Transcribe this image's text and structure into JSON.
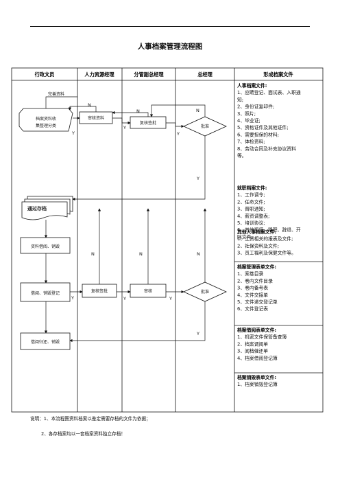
{
  "title": "人事档案管理流程图",
  "columns": [
    "行政文员",
    "人力资源经理",
    "分管副总经理",
    "总经理",
    "形成档案文件"
  ],
  "nodes": {
    "collect": [
      "档案资料收",
      "集整理分类"
    ],
    "review1": "审核资料",
    "review2": "复核签批",
    "approve1": "批准",
    "archive": "通过存档",
    "borrow_apply": "资料借阅、销毁",
    "borrow_register": "借阅、销毁登记",
    "review3": "复核签批",
    "review4": "审核",
    "approve2": "批准",
    "return": "借阅归还、销毁"
  },
  "annotation_improve": "完善资料",
  "marks": {
    "yes": "Y",
    "no": "N"
  },
  "right_groups": [
    {
      "heading": "人事档案文件:",
      "lines": [
        "1、应聘登记、面试表、入职通",
        "知;",
        "2、身份证复印件;",
        "3、照片;",
        "4、毕业证;",
        "5、资格证件及其他证件;",
        "6、需要担保的材料;",
        "7、体检资料;",
        "8、劳动合同及补充协议资料",
        "等。"
      ]
    },
    {
      "heading": "就职档案文件:",
      "lines": [
        "1、工作调令;",
        "2、任命文件;",
        "3、晋职通知;",
        "4、薪资调整表;",
        "5、培训协议;",
        "6、其他奖惩、降职、辞退、开",
        "除文件。"
      ]
    },
    {
      "heading": "其他人事档案文件:",
      "lines": [
        "1、工资相关的报表及文件;",
        "2、社保资料及文件;",
        "3、员工福利及保健文件等。"
      ]
    },
    {
      "heading": "档案管理表单文件:",
      "lines": [
        "1、案卷目录",
        "2、卷内文件目录",
        "3、卷内备考表",
        "4、文件交接单",
        "5、文件递交登记单",
        "6、文件登记表"
      ]
    },
    {
      "heading": "档案借阅表单文件:",
      "lines": [
        "1、机密文件保管备查簿",
        "2、档案调阅单",
        "3、阅档催还单",
        "4、档案借阅登记簿"
      ]
    },
    {
      "heading": "档案销毁表单文件:",
      "lines": [
        "1、档案销毁登记簿"
      ]
    }
  ],
  "notes": [
    "说明：1、本流程图资料档案以鉴定需要存档的文件为依据；",
    "2、各存档案均以一套档案资料独立存档！"
  ]
}
